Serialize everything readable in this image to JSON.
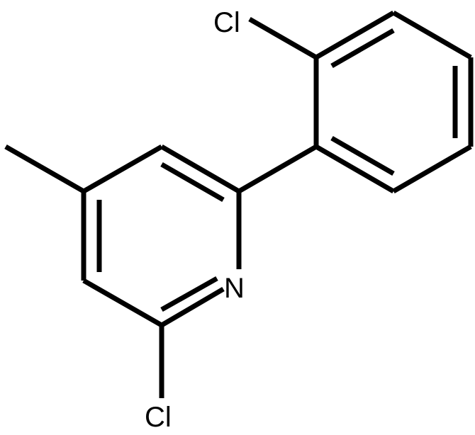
{
  "molecule": {
    "atoms": {
      "cl_top": "Cl",
      "n_ring": "N",
      "cl_bottom": "Cl"
    }
  }
}
